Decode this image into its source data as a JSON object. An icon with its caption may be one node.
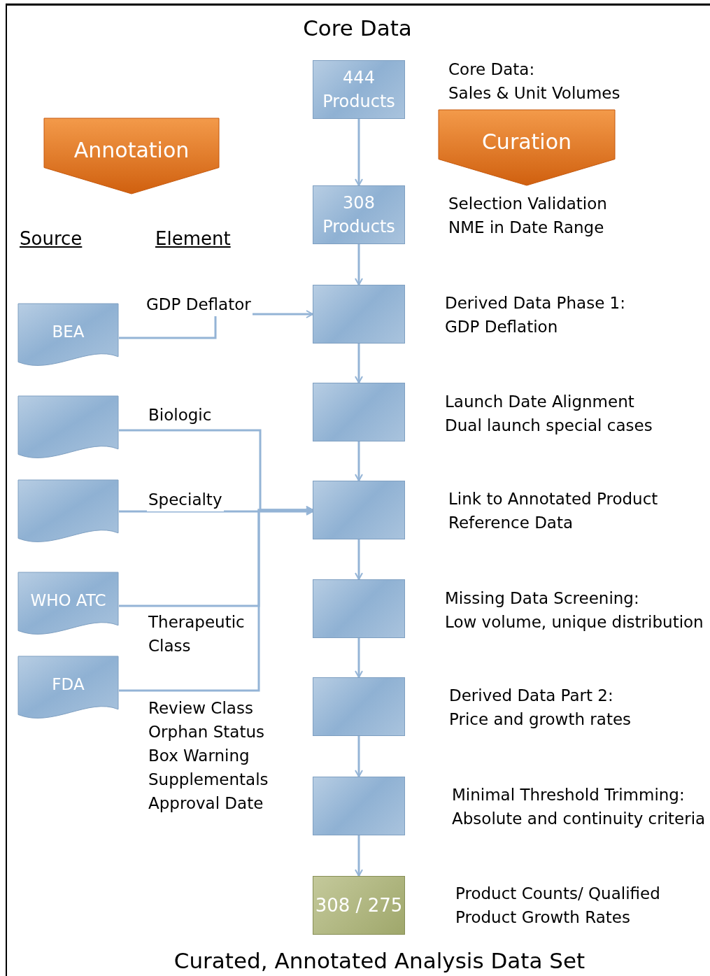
{
  "diagram": {
    "title": "Core Data",
    "caption": "Curated, Annotated Analysis Data Set",
    "nodes": [
      {
        "text": [
          "Annotation"
        ]
      },
      {
        "text": [
          "Curation"
        ]
      },
      {
        "text": [
          "444 Products"
        ],
        "beside": [
          "Core Data:",
          "Sales & Unit Volumes"
        ]
      },
      {
        "text": [
          "308 Products"
        ],
        "beside": [
          "Selection Validation",
          "NME in Date Range"
        ]
      },
      {
        "text": [],
        "shape": "box",
        "beside": [
          "Derived Data Phase 1:",
          "GDP Deflation"
        ]
      },
      {
        "text": [],
        "shape": "box",
        "beside": [
          "Launch Date Alignment",
          "Dual launch special cases"
        ]
      },
      {
        "text": [],
        "shape": "box",
        "beside": [
          "Link to Annotated Product",
          "Reference Data"
        ]
      },
      {
        "text": [],
        "shape": "box",
        "beside": [
          "Missing Data Screening:",
          "Low volume, unique distribution"
        ]
      },
      {
        "text": [],
        "shape": "box",
        "beside": [
          "Derived Data Part 2:",
          "Price and growth rates"
        ]
      },
      {
        "text": [],
        "shape": "box",
        "beside": [
          "Minimal Threshold Trimming:",
          "Absolute and continuity criteria"
        ]
      },
      {
        "text": [
          "308 / 275"
        ],
        "beside": [
          "Product Counts/ Qualified",
          "Product Growth Rates"
        ]
      },
      {
        "text": [
          "BEA"
        ]
      },
      {
        "text": [],
        "shape": "document"
      },
      {
        "text": [],
        "shape": "document"
      },
      {
        "text": [
          "WHO ATC"
        ]
      },
      {
        "text": [
          "FDA"
        ]
      }
    ],
    "edges": [
      {
        "from": 2,
        "to": 3,
        "arrow": "to"
      },
      {
        "from": 3,
        "to": 4,
        "arrow": "to"
      },
      {
        "from": 4,
        "to": 5,
        "arrow": "to"
      },
      {
        "from": 5,
        "to": 6,
        "arrow": "to"
      },
      {
        "from": 6,
        "to": 7,
        "arrow": "to"
      },
      {
        "from": 7,
        "to": 8,
        "arrow": "to"
      },
      {
        "from": 8,
        "to": 9,
        "arrow": "to"
      },
      {
        "from": 9,
        "to": 10,
        "arrow": "to"
      },
      {
        "from": 11,
        "to": 4,
        "arrow": "to",
        "label": "GDP Deflator"
      },
      {
        "from": 12,
        "to": 6,
        "arrow": "to",
        "label": "Biologic"
      },
      {
        "from": 13,
        "to": 6,
        "arrow": "to",
        "label": "Specialty"
      },
      {
        "from": 14,
        "to": 6,
        "arrow": "to",
        "label": "Therapeutic Class"
      },
      {
        "from": 15,
        "to": 6,
        "arrow": "to",
        "label": "Review Class Orphan Status Box Warning Supplementals Approval Date"
      }
    ],
    "labels": [
      "Source",
      "Element"
    ]
  }
}
